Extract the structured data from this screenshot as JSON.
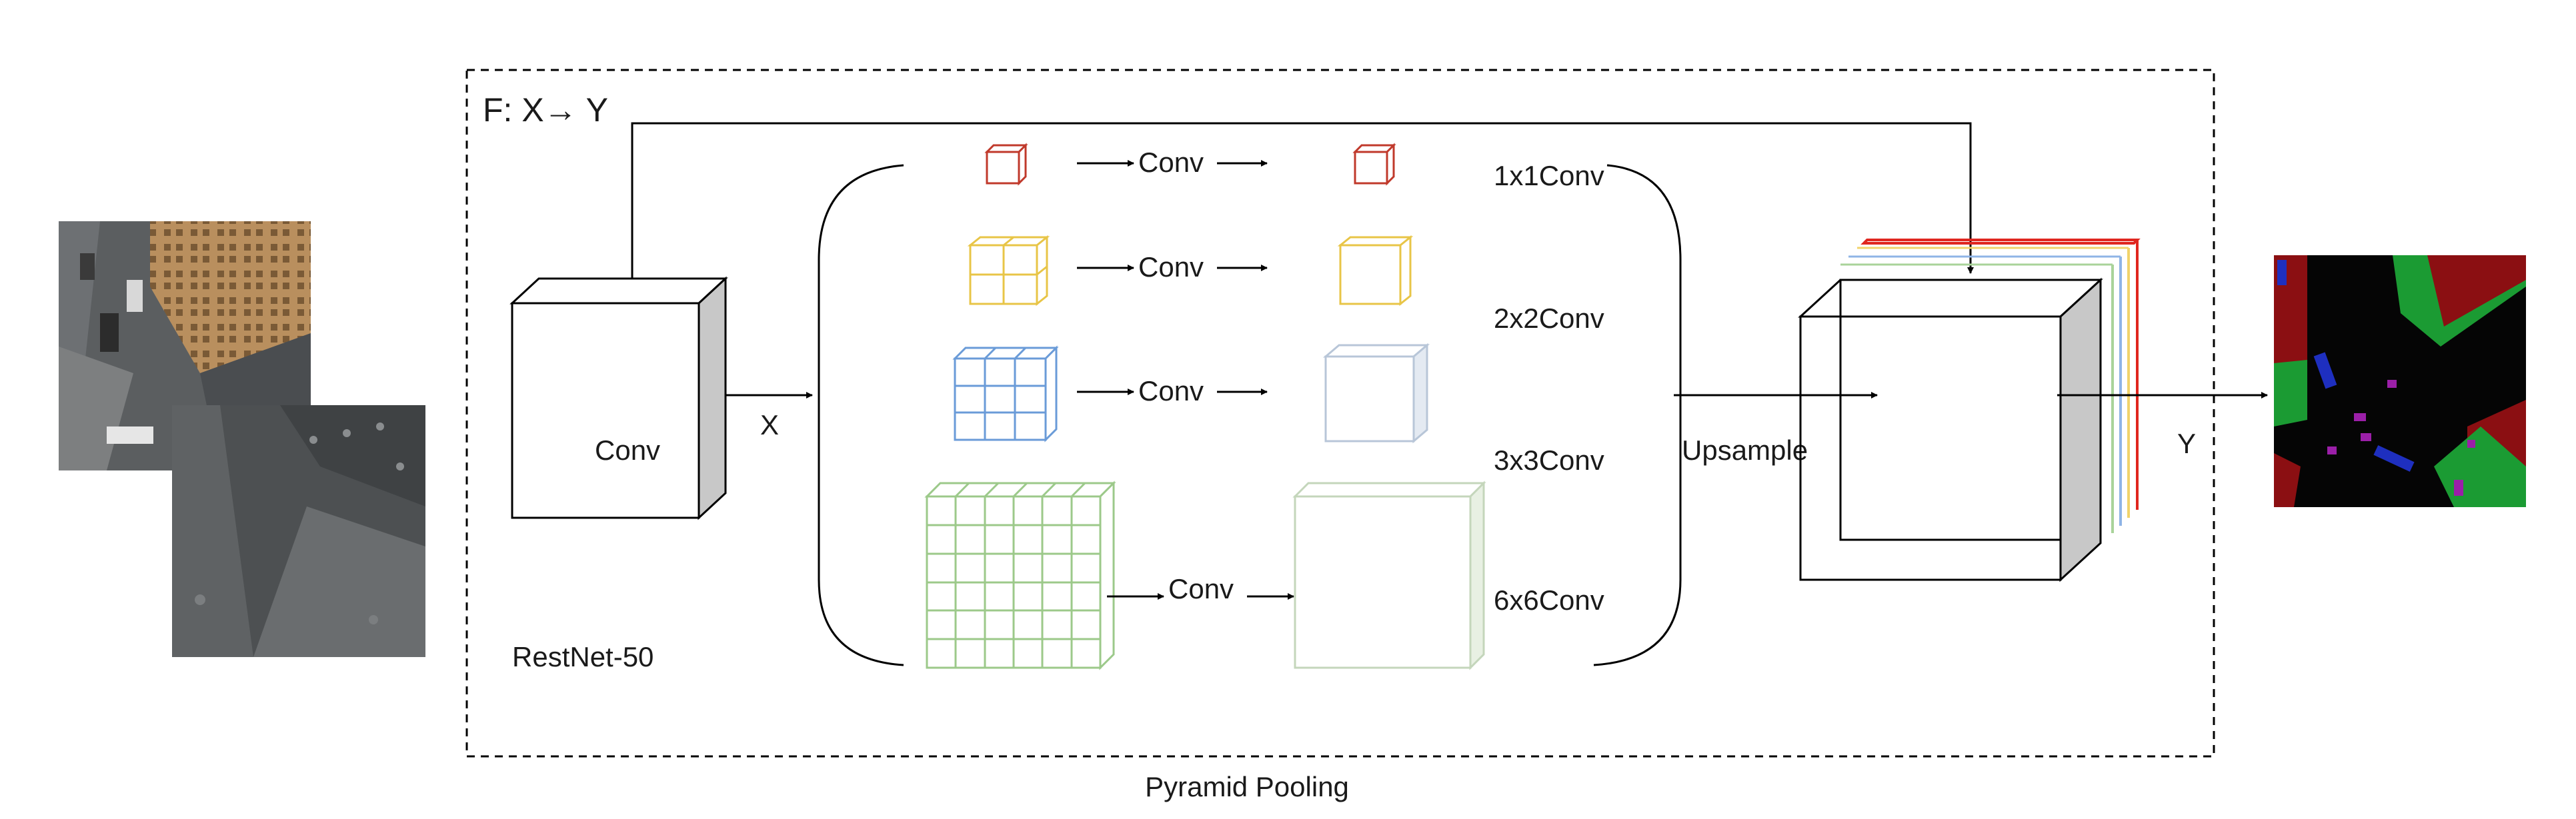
{
  "function_label": "F: X→ Y",
  "backbone": {
    "block_label": "Conv",
    "name": "RestNet-50"
  },
  "edges": {
    "input_label": "X",
    "output_label": "Y",
    "upsample_label": "Upsample"
  },
  "pyramid": {
    "caption": "Pyramid Pooling",
    "levels": [
      {
        "conv_label": "Conv",
        "kernel_label": "1x1Conv",
        "color": "#c0392b"
      },
      {
        "conv_label": "Conv",
        "kernel_label": "2x2Conv",
        "color": "#e8c547"
      },
      {
        "conv_label": "Conv",
        "kernel_label": "3x3Conv",
        "color": "#6a9bd8"
      },
      {
        "conv_label": "Conv",
        "kernel_label": "6x6Conv",
        "color": "#9cc98a"
      }
    ]
  },
  "colors": {
    "stroke": "#000000",
    "cube_side": "#c8c8c8",
    "concat_red": "#e0261f",
    "concat_yellow": "#f1d36b",
    "concat_blue": "#8fb4e6",
    "concat_green": "#a9d39a",
    "seg_red": "#8b0f12",
    "seg_green": "#1b9b33",
    "seg_black": "#050505",
    "seg_blue": "#1e2fbf",
    "seg_magenta": "#9b1fa8"
  },
  "icons": [
    "aerial-rgb-image",
    "aerial-thermal-image",
    "segmentation-output-image"
  ]
}
